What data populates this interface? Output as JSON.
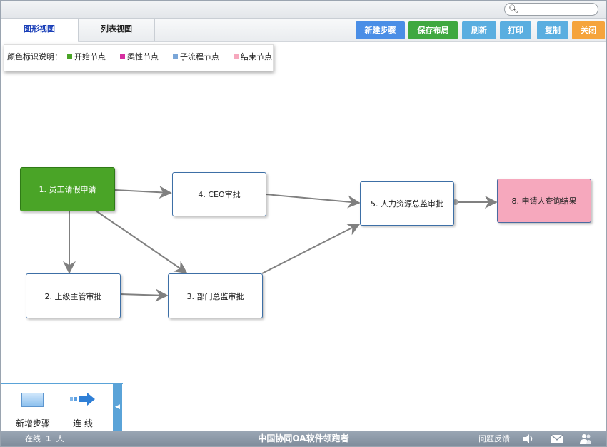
{
  "search": {
    "placeholder": ""
  },
  "tabs": [
    {
      "label": "图形视图",
      "active": true
    },
    {
      "label": "列表视图",
      "active": false
    }
  ],
  "toolbar": {
    "new_step": "新建步骤",
    "save_layout": "保存布局",
    "refresh": "刷新",
    "print": "打印",
    "copy": "复制",
    "close": "关闭"
  },
  "legend": {
    "title": "颜色标识说明：",
    "items": [
      {
        "label": "开始节点",
        "color": "#4aa427"
      },
      {
        "label": "柔性节点",
        "color": "#d62fa0"
      },
      {
        "label": "子流程节点",
        "color": "#7aa6d8"
      },
      {
        "label": "结束节点",
        "color": "#f6a8bd"
      }
    ]
  },
  "colors": {
    "edge": "#808080",
    "start_node": "#4aa427",
    "end_node": "#f6a8bd",
    "node_border": "#3d6fa6"
  },
  "nodes": {
    "n1": "1. 员工请假申请",
    "n2": "2. 上级主管审批",
    "n3": "3. 部门总监审批",
    "n4": "4. CEO审批",
    "n5": "5. 人力资源总监审批",
    "n8": "8. 申请人查询结果"
  },
  "edges": [
    {
      "from": "1. 员工请假申请",
      "to": "4. CEO审批"
    },
    {
      "from": "1. 员工请假申请",
      "to": "2. 上级主管审批"
    },
    {
      "from": "1. 员工请假申请",
      "to": "3. 部门总监审批"
    },
    {
      "from": "2. 上级主管审批",
      "to": "3. 部门总监审批"
    },
    {
      "from": "4. CEO审批",
      "to": "5. 人力资源总监审批"
    },
    {
      "from": "3. 部门总监审批",
      "to": "5. 人力资源总监审批"
    },
    {
      "from": "5. 人力资源总监审批",
      "to": "8. 申请人查询结果"
    }
  ],
  "toolbox": {
    "add_step": "新增步骤",
    "connect": "连 线"
  },
  "status": {
    "online_label": "在线",
    "online_count": "1",
    "online_unit": "人",
    "brand": "中国协同OA软件领跑者",
    "feedback": "问题反馈"
  }
}
